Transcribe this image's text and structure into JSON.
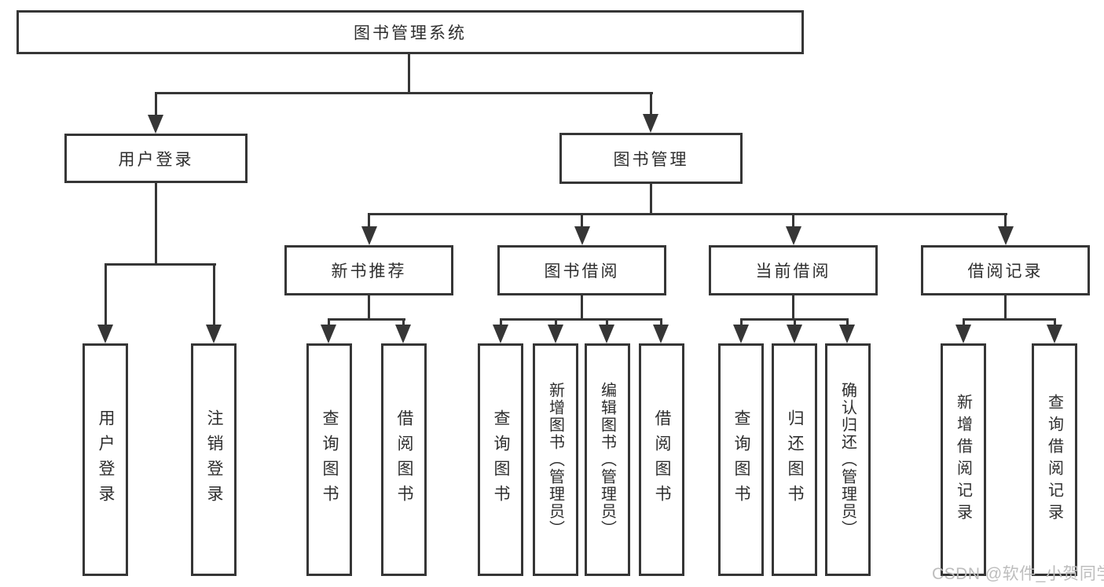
{
  "diagram": {
    "title": "图书管理系统",
    "root": "图书管理系统",
    "level2": {
      "login": "用户登录",
      "management": "图书管理"
    },
    "level3": {
      "new_books": "新书推荐",
      "book_borrow": "图书借阅",
      "current_borrow": "当前借阅",
      "borrow_records": "借阅记录"
    },
    "leaves": {
      "login_user": "用户登录",
      "logout": "注销登录",
      "nb_query_books": "查询图书",
      "nb_borrow_books": "借阅图书",
      "bb_query_books": "查询图书",
      "bb_add_books": "新增图书（管理员）",
      "bb_edit_books": "编辑图书（管理员）",
      "bb_borrow_books": "借阅图书",
      "cb_query_books": "查询图书",
      "cb_return_books": "归还图书",
      "cb_confirm_return": "确认归还（管理员）",
      "br_add_record": "新增借阅记录",
      "br_query_record": "查询借阅记录"
    }
  },
  "watermark": "CSDN @软件_小贺同学",
  "colors": {
    "line": "#363636",
    "box_border": "#363636",
    "box_fill": "#ffffff",
    "text": "#2e2e2e",
    "watermark": "#bdbdbd",
    "background": "#ffffff"
  }
}
